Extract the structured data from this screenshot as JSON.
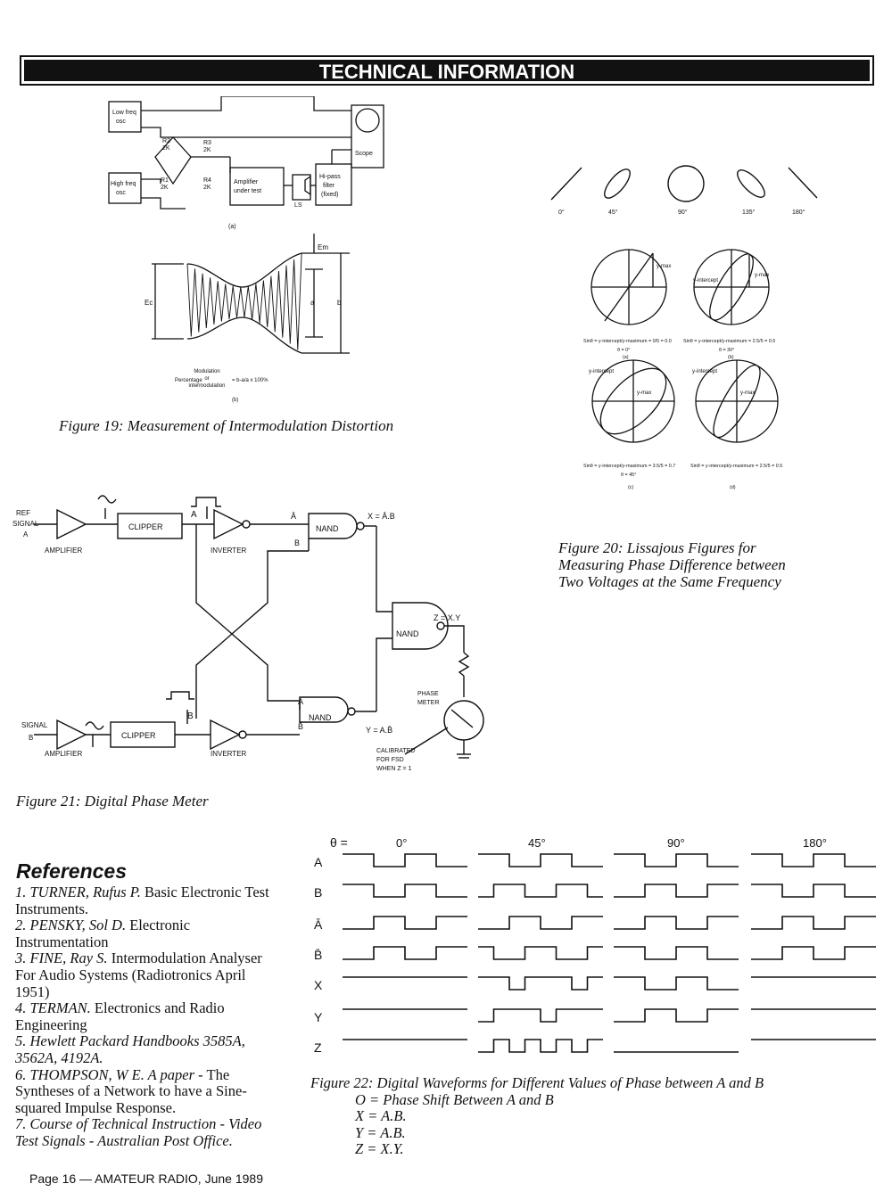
{
  "header": {
    "banner_title": "TECHNICAL INFORMATION"
  },
  "fig19": {
    "caption": "Figure 19: Measurement of Intermodulation Distortion",
    "a": {
      "low_osc": [
        "Low freq",
        "osc"
      ],
      "high_osc": [
        "High freq",
        "osc"
      ],
      "r2": [
        "R2",
        "2K"
      ],
      "r3": [
        "R3",
        "2K"
      ],
      "r1": [
        "R1",
        "2K"
      ],
      "r4": [
        "R4",
        "2K"
      ],
      "amp": [
        "Amplifier",
        "under test"
      ],
      "ls": "LS",
      "filter": [
        "Hi-pass",
        "filter",
        "(fixed)"
      ],
      "scope": "Scope",
      "label": "(a)"
    },
    "b": {
      "ec": "Ec",
      "em": "Em",
      "a": "a",
      "b": "b",
      "pct_word": "Percentage",
      "mod_lines": [
        "Modulation",
        "or",
        "intermodulation"
      ],
      "formula": "= b-a/a x 100%",
      "label": "(b)"
    }
  },
  "fig20": {
    "caption_lines": [
      "Figure 20: Lissajous Figures for",
      "Measuring Phase Difference between",
      "Two Voltages at the Same Frequency"
    ],
    "angles": [
      "0°",
      "45°",
      "90°",
      "135°",
      "180°"
    ],
    "y_intercept": "y-intercept",
    "y_max": "y-max",
    "a": {
      "formula": "Sinθ = y-intercept/y-maximum = 0/5 = 0.0",
      "theta": "θ = 0°",
      "label": "(a)"
    },
    "b": {
      "formula": "Sinθ = y-intercept/y-maximum = 2.5/5 = 0.5",
      "theta": "θ = 30°",
      "label": "(b)"
    },
    "c": {
      "formula": "Sinθ = y-intercept/y-maximum = 3.5/5 = 0.7",
      "theta": "θ = 45°",
      "label": "(c)"
    },
    "d": {
      "formula": "Sinθ = y-intercept/y-maximum = 2.5/5 = 0.5",
      "label": "(d)"
    }
  },
  "fig21": {
    "caption": "Figure 21: Digital Phase Meter",
    "ref_signal": [
      "REF",
      "SIGNAL",
      "A"
    ],
    "signal_b": [
      "SIGNAL",
      "B"
    ],
    "amplifier": "AMPLIFIER",
    "clipper": "CLIPPER",
    "inverter": "INVERTER",
    "nand": "NAND",
    "a": "A",
    "b": "B",
    "a_bar": "Ā",
    "b_bar": "B̄",
    "x_eq": "X = Ā.B",
    "y_eq": "Y = A.B̄",
    "z_eq": "Z = X.Y",
    "phase_meter": [
      "PHASE",
      "METER"
    ],
    "calibrated": [
      "CALIBRATED",
      "FOR FSD",
      "WHEN Z = 1"
    ]
  },
  "fig22": {
    "theta_label": "θ =",
    "phases": [
      "0°",
      "45°",
      "90°",
      "180°"
    ],
    "rows": [
      "A",
      "B",
      "Ā",
      "B̄",
      "X",
      "Y",
      "Z"
    ],
    "caption_lines": [
      "Figure 22: Digital Waveforms for Different Values of Phase between A and B",
      "O = Phase Shift Between A and B",
      "X = A.B.",
      "Y = A.B.",
      "Z = X.Y."
    ]
  },
  "references": {
    "title": "References",
    "items": [
      {
        "num": "1.",
        "author": "TURNER, Rufus P.",
        "rest": "Basic Electronic Test Instruments."
      },
      {
        "num": "2.",
        "author": "PENSKY, Sol D.",
        "rest": "Electronic Instrumentation"
      },
      {
        "num": "3.",
        "author": "FINE, Ray S.",
        "rest": "Intermodulation Analyser For Audio Systems (Radiotronics April 1951)"
      },
      {
        "num": "4.",
        "author": "TERMAN.",
        "rest": "Electronics and Radio Engineering"
      },
      {
        "num": "5.",
        "author": "Hewlett Packard Handbooks 3585A, 3562A, 4192A.",
        "rest": ""
      },
      {
        "num": "6.",
        "author": "THOMPSON, W E. A paper -",
        "rest": "The Syntheses of a Network to have a Sine-squared Impulse Response."
      },
      {
        "num": "7.",
        "author": "Course of Technical Instruction - Video Test Signals - Australian Post Office.",
        "rest": ""
      }
    ]
  },
  "footer": {
    "text": "Page 16 — AMATEUR RADIO, June 1989"
  }
}
